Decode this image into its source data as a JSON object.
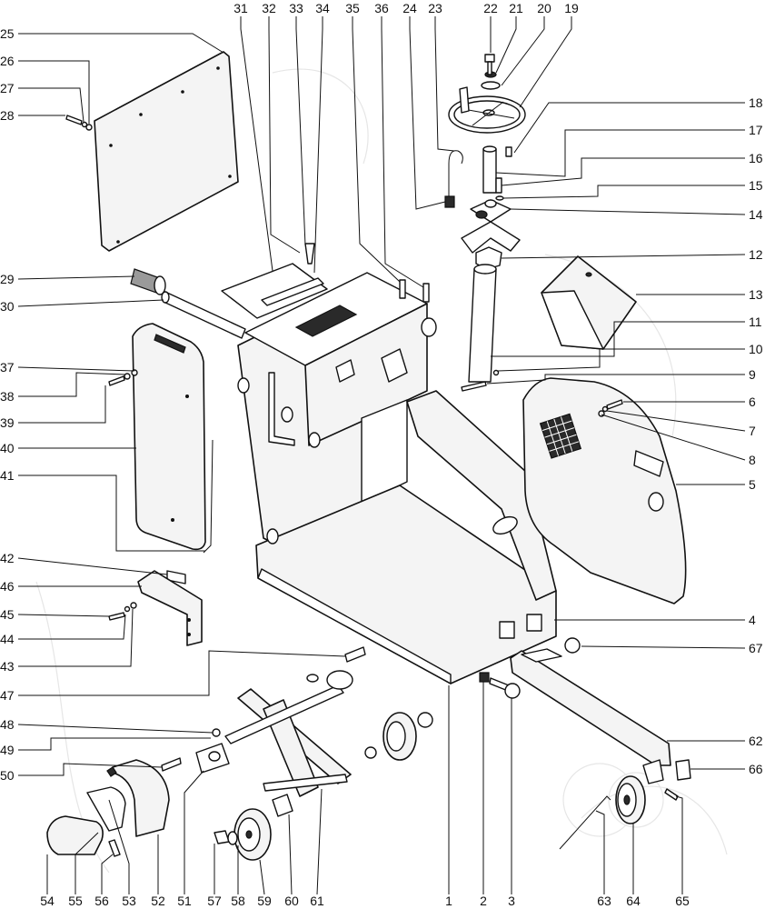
{
  "diagram": {
    "callouts": {
      "top": [
        "31",
        "32",
        "33",
        "34",
        "35",
        "36",
        "24",
        "23",
        "22",
        "21",
        "20",
        "19"
      ],
      "bottom": [
        "54",
        "55",
        "56",
        "53",
        "52",
        "51",
        "57",
        "58",
        "59",
        "60",
        "61",
        "1",
        "2",
        "3",
        "63",
        "64",
        "65"
      ],
      "right": [
        "18",
        "17",
        "16",
        "15",
        "14",
        "12",
        "13",
        "11",
        "10",
        "9",
        "6",
        "7",
        "8",
        "5",
        "4",
        "67",
        "62",
        "66"
      ],
      "left": [
        "25",
        "26",
        "27",
        "28",
        "29",
        "30",
        "37",
        "38",
        "39",
        "40",
        "41",
        "42",
        "46",
        "45",
        "44",
        "43",
        "47",
        "48",
        "49",
        "50"
      ]
    }
  }
}
